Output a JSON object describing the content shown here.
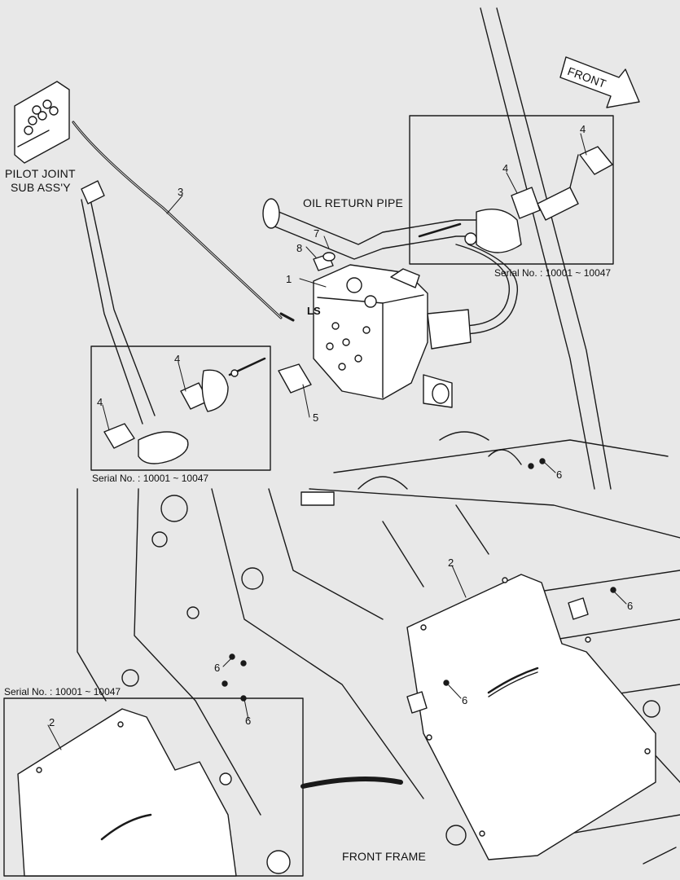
{
  "labels": {
    "pilot_joint_line1": "PILOT JOINT",
    "pilot_joint_line2": "SUB ASS'Y",
    "oil_return_pipe": "OIL RETURN PIPE",
    "front": "FRONT",
    "front_frame": "FRONT FRAME",
    "ls": "LS"
  },
  "serial_notes": {
    "upper_right": "Serial No. : 10001 ~ 10047",
    "middle_left": "Serial No. : 10001 ~ 10047",
    "lower_left": "Serial No. : 10001 ~ 10047"
  },
  "callouts": {
    "c1": "1",
    "c2": "2",
    "c2_inset": "2",
    "c3": "3",
    "c4_ur_a": "4",
    "c4_ur_b": "4",
    "c4_ml_a": "4",
    "c4_ml_b": "4",
    "c5": "5",
    "c6_a": "6",
    "c6_b": "6",
    "c6_c": "6",
    "c6_d": "6",
    "c6_e": "6",
    "c7": "7",
    "c8": "8"
  },
  "colors": {
    "background": "#e8e8e8",
    "line": "#1a1a1a",
    "part_fill": "#ffffff"
  }
}
